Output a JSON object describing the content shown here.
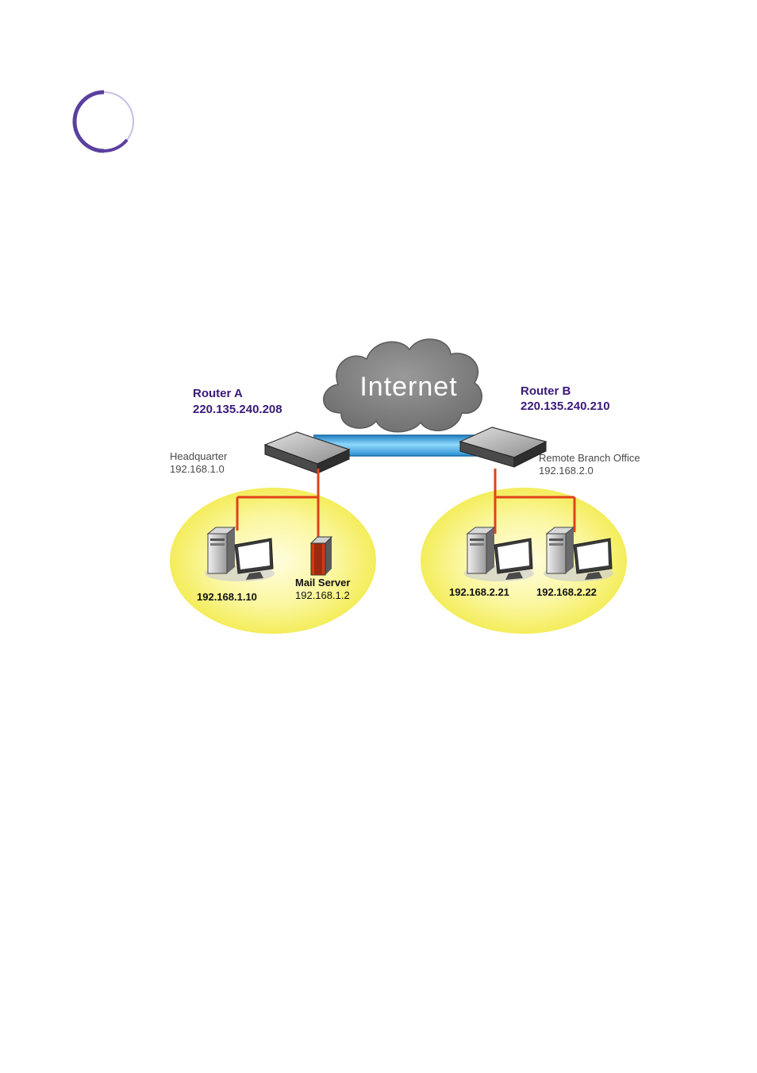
{
  "diagram": {
    "cloud_label": "Internet",
    "router_a": {
      "name": "Router A",
      "ip": "220.135.240.208"
    },
    "router_b": {
      "name": "Router B",
      "ip": "220.135.240.210"
    },
    "headquarter": {
      "label": "Headquarter",
      "subnet": "192.168.1.0"
    },
    "branch": {
      "label": "Remote Branch Office",
      "subnet": "192.168.2.0"
    },
    "hq_pc": {
      "ip": "192.168.1.10"
    },
    "mail_server": {
      "label": "Mail Server",
      "ip": "192.168.1.2"
    },
    "branch_pc1": {
      "ip": "192.168.2.21"
    },
    "branch_pc2": {
      "ip": "192.168.2.22"
    }
  },
  "colors": {
    "accent_circle": "#5b3f9e",
    "network_zone": "#f5f06a",
    "cable": "#e0421a",
    "vpn_tunnel": "#39a9e0",
    "cloud": "#8a8a8a"
  },
  "icons": [
    "chapter-circle-icon",
    "cloud-icon",
    "router-icon",
    "desktop-pc-icon",
    "tower-server-icon"
  ]
}
